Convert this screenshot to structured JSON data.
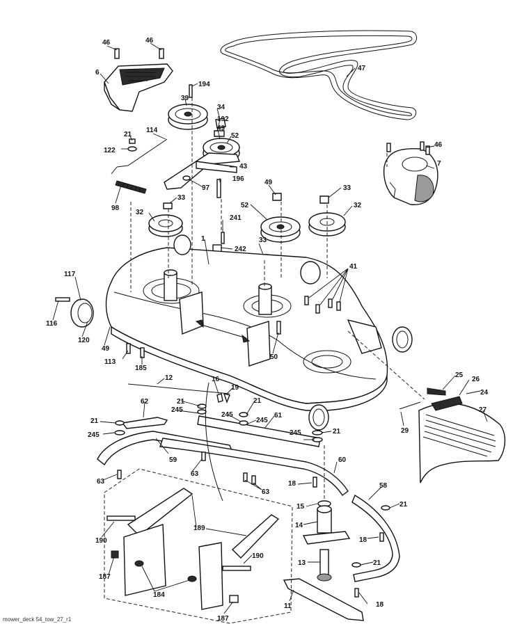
{
  "footer_text": "mower_deck 54_tow_27_r1",
  "callouts": [
    {
      "id": "c46a",
      "label": "46"
    },
    {
      "id": "c46b",
      "label": "46"
    },
    {
      "id": "c6",
      "label": "6"
    },
    {
      "id": "c194",
      "label": "194"
    },
    {
      "id": "c39",
      "label": "39"
    },
    {
      "id": "c34",
      "label": "34"
    },
    {
      "id": "c192",
      "label": "192"
    },
    {
      "id": "c49a",
      "label": "49"
    },
    {
      "id": "c52a",
      "label": "52"
    },
    {
      "id": "c47",
      "label": "47"
    },
    {
      "id": "c21a",
      "label": "21"
    },
    {
      "id": "c114",
      "label": "114"
    },
    {
      "id": "c122",
      "label": "122"
    },
    {
      "id": "c43",
      "label": "43"
    },
    {
      "id": "c196",
      "label": "196"
    },
    {
      "id": "c97",
      "label": "97"
    },
    {
      "id": "c98",
      "label": "98"
    },
    {
      "id": "c33a",
      "label": "33"
    },
    {
      "id": "c32a",
      "label": "32"
    },
    {
      "id": "c49b",
      "label": "49"
    },
    {
      "id": "c33b",
      "label": "33"
    },
    {
      "id": "c52b",
      "label": "52"
    },
    {
      "id": "c32b",
      "label": "32"
    },
    {
      "id": "c46c",
      "label": "46"
    },
    {
      "id": "c7",
      "label": "7"
    },
    {
      "id": "c241",
      "label": "241"
    },
    {
      "id": "c1",
      "label": "1"
    },
    {
      "id": "c242",
      "label": "242"
    },
    {
      "id": "c33c",
      "label": "33"
    },
    {
      "id": "c41",
      "label": "41"
    },
    {
      "id": "c117",
      "label": "117"
    },
    {
      "id": "c116",
      "label": "116"
    },
    {
      "id": "c120",
      "label": "120"
    },
    {
      "id": "c49c",
      "label": "49"
    },
    {
      "id": "c113",
      "label": "113"
    },
    {
      "id": "c185",
      "label": "185"
    },
    {
      "id": "c50",
      "label": "50"
    },
    {
      "id": "c12",
      "label": "12"
    },
    {
      "id": "c16",
      "label": "16"
    },
    {
      "id": "c19",
      "label": "19"
    },
    {
      "id": "c25",
      "label": "25"
    },
    {
      "id": "c26",
      "label": "26"
    },
    {
      "id": "c24",
      "label": "24"
    },
    {
      "id": "c27",
      "label": "27"
    },
    {
      "id": "c29",
      "label": "29"
    },
    {
      "id": "c62",
      "label": "62"
    },
    {
      "id": "c21b",
      "label": "21"
    },
    {
      "id": "c245a",
      "label": "245"
    },
    {
      "id": "c21c",
      "label": "21"
    },
    {
      "id": "c245b",
      "label": "245"
    },
    {
      "id": "c245c",
      "label": "245"
    },
    {
      "id": "c61",
      "label": "61"
    },
    {
      "id": "c21d",
      "label": "21"
    },
    {
      "id": "c245d",
      "label": "245"
    },
    {
      "id": "c21e",
      "label": "21"
    },
    {
      "id": "c245e",
      "label": "245"
    },
    {
      "id": "c59",
      "label": "59"
    },
    {
      "id": "c60",
      "label": "60"
    },
    {
      "id": "c63a",
      "label": "63"
    },
    {
      "id": "c63b",
      "label": "63"
    },
    {
      "id": "c63c",
      "label": "63"
    },
    {
      "id": "c18a",
      "label": "18"
    },
    {
      "id": "c58",
      "label": "58"
    },
    {
      "id": "c15",
      "label": "15"
    },
    {
      "id": "c21f",
      "label": "21"
    },
    {
      "id": "c14",
      "label": "14"
    },
    {
      "id": "c18b",
      "label": "18"
    },
    {
      "id": "c189",
      "label": "189"
    },
    {
      "id": "c190a",
      "label": "190"
    },
    {
      "id": "c190b",
      "label": "190"
    },
    {
      "id": "c187a",
      "label": "187"
    },
    {
      "id": "c184",
      "label": "184"
    },
    {
      "id": "c13",
      "label": "13"
    },
    {
      "id": "c21g",
      "label": "21"
    },
    {
      "id": "c11",
      "label": "11"
    },
    {
      "id": "c18c",
      "label": "18"
    },
    {
      "id": "c187b",
      "label": "187"
    }
  ]
}
